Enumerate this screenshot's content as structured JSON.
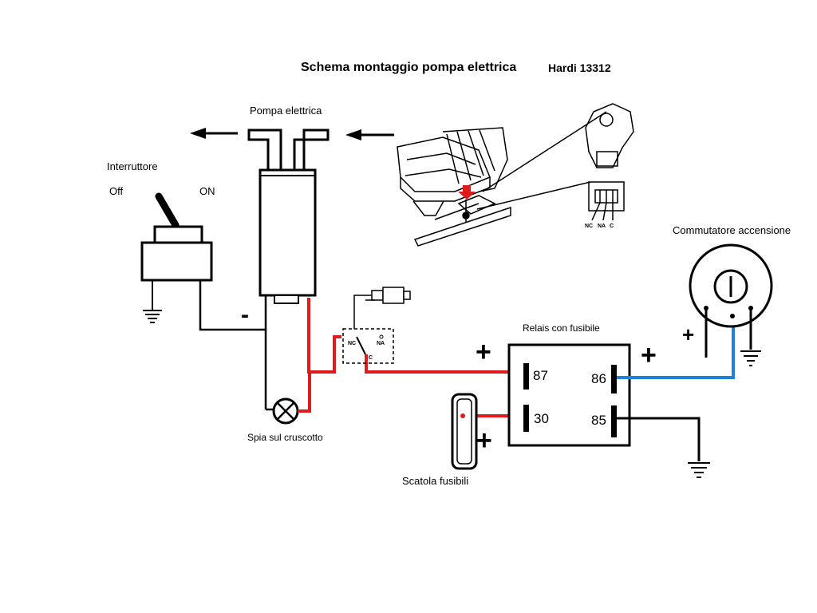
{
  "title_main": "Schema montaggio pompa elettrica",
  "title_code": "Hardi 13312",
  "pump_label": "Pompa elettrica",
  "switch_label": "Interruttore",
  "switch_off": "Off",
  "switch_on": "ON",
  "minus_sign": "-",
  "lamp_label": "Spia sul cruscotto",
  "fusebox_label": "Scatola fusibili",
  "relay_label": "Relais con fusibile",
  "ignition_label": "Commutatore accensione",
  "seat_contacts": {
    "nc": "NC",
    "na": "NA",
    "c": "C"
  },
  "relay_pins": {
    "p87": "87",
    "p86": "86",
    "p30": "30",
    "p85": "85"
  },
  "plus_sign": "+",
  "colors": {
    "wire_red": "#e01b1b",
    "wire_blue": "#1f7fe0",
    "wire_black": "#000000"
  }
}
